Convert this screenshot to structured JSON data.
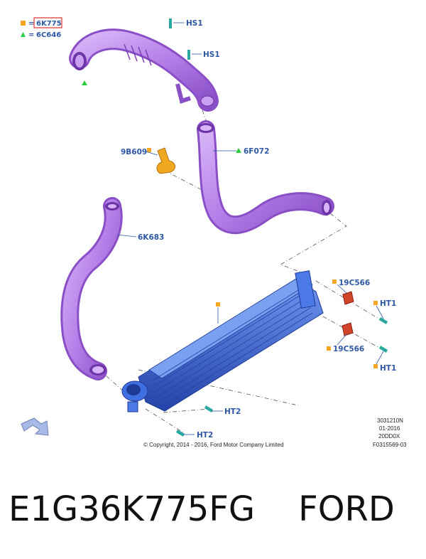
{
  "legend": {
    "square_label": "6K775",
    "square_equals": "=",
    "triangle_label": "6C646",
    "triangle_equals": "=",
    "square_color": "#f5a623",
    "triangle_color": "#2ecc40",
    "highlight_color": "#e03030"
  },
  "callouts": {
    "hs1_top": "HS1",
    "hs1_lower": "HS1",
    "clip": "9B609",
    "pipe_upper": "6F072",
    "pipe_left": "6K683",
    "bracket_top": "19C566",
    "bracket_bottom": "19C566",
    "ht1_top": "HT1",
    "ht1_bottom": "HT1",
    "ht2_upper": "HT2",
    "ht2_lower": "HT2"
  },
  "colors": {
    "hose": "#b57ee8",
    "hose_shadow": "#8a4fc7",
    "intercooler": "#3f6fe0",
    "intercooler_dark": "#2443a8",
    "clip": "#f0a820",
    "bracket": "#d0452a",
    "label_blue": "#2e57a6"
  },
  "copyright": "© Copyright, 2014 - 2016, Ford Motor Company Limited",
  "doc_ref": {
    "line1": "3031210N",
    "line2": "01-2016",
    "line3": "20DD0X",
    "line4": "F0315569-03"
  },
  "caption": {
    "part_number": "E1G36K775FG",
    "brand": "FORD"
  }
}
